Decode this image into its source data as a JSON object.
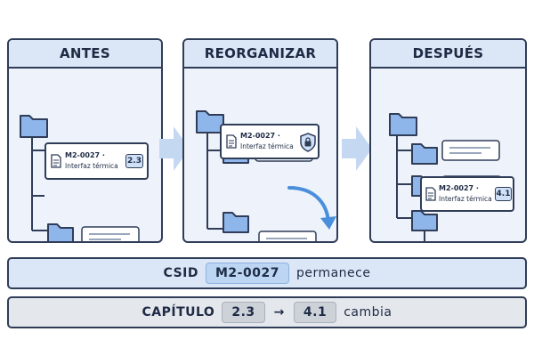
{
  "panels": {
    "before": {
      "title": "ANTES",
      "doc": {
        "code": "M2-0027 ·",
        "name": "Interfaz térmica",
        "chapter": "2.3"
      }
    },
    "reorganize": {
      "title": "REORGANIZAR",
      "doc": {
        "code": "M2-0027 ·",
        "name": "Interfaz térmica",
        "icon": "lock-shield-icon"
      }
    },
    "after": {
      "title": "DESPUÉS",
      "doc": {
        "code": "M2-0027 ·",
        "name": "Interfaz térmica",
        "chapter": "4.1"
      }
    }
  },
  "summary": {
    "csid": {
      "label": "CSID",
      "value": "M2-0027",
      "status": "permanece"
    },
    "chapter": {
      "label": "CAPÍTULO",
      "from": "2.3",
      "arrow": "→",
      "to": "4.1",
      "status": "cambia"
    }
  },
  "colors": {
    "outline": "#2f3d58",
    "folder": "#8fb6ea",
    "panel_bg": "#eef3fb",
    "header_bg": "#dbe6f6",
    "accent": "#4a8fdc",
    "connector": "#c5d8f2"
  }
}
